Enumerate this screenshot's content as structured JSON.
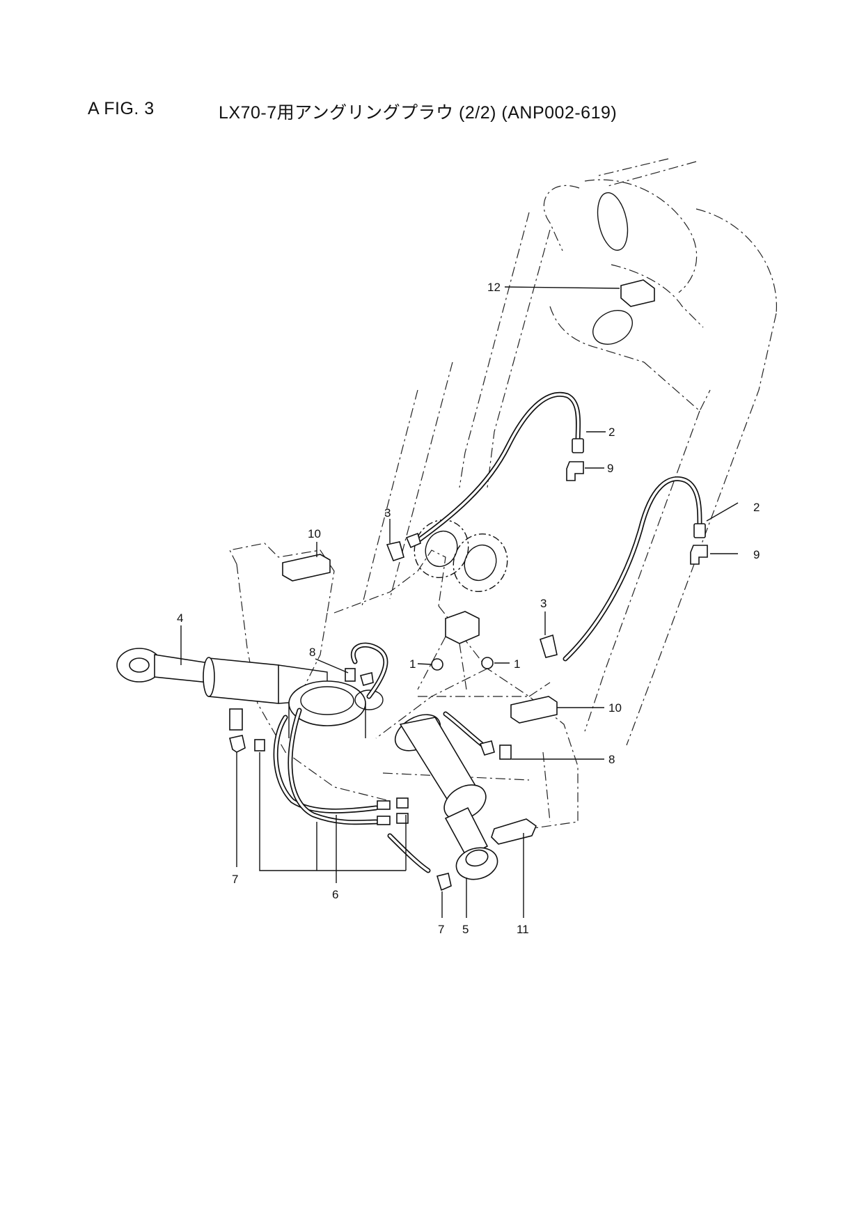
{
  "header": {
    "fig_label": "A FIG. 3",
    "title": "LX70-7用アングリングプラウ (2/2) (ANP002-619)"
  },
  "callouts": [
    {
      "id": "c12",
      "label": "12"
    },
    {
      "id": "c2a",
      "label": "2"
    },
    {
      "id": "c9a",
      "label": "9"
    },
    {
      "id": "c2b",
      "label": "2"
    },
    {
      "id": "c9b",
      "label": "9"
    },
    {
      "id": "c3a",
      "label": "3"
    },
    {
      "id": "c10a",
      "label": "10"
    },
    {
      "id": "c4",
      "label": "4"
    },
    {
      "id": "c3b",
      "label": "3"
    },
    {
      "id": "c8a",
      "label": "8"
    },
    {
      "id": "c1a",
      "label": "1"
    },
    {
      "id": "c1b",
      "label": "1"
    },
    {
      "id": "c10b",
      "label": "10"
    },
    {
      "id": "c8b",
      "label": "8"
    },
    {
      "id": "c7a",
      "label": "7"
    },
    {
      "id": "c6",
      "label": "6"
    },
    {
      "id": "c7b",
      "label": "7"
    },
    {
      "id": "c5",
      "label": "5"
    },
    {
      "id": "c11",
      "label": "11"
    }
  ]
}
